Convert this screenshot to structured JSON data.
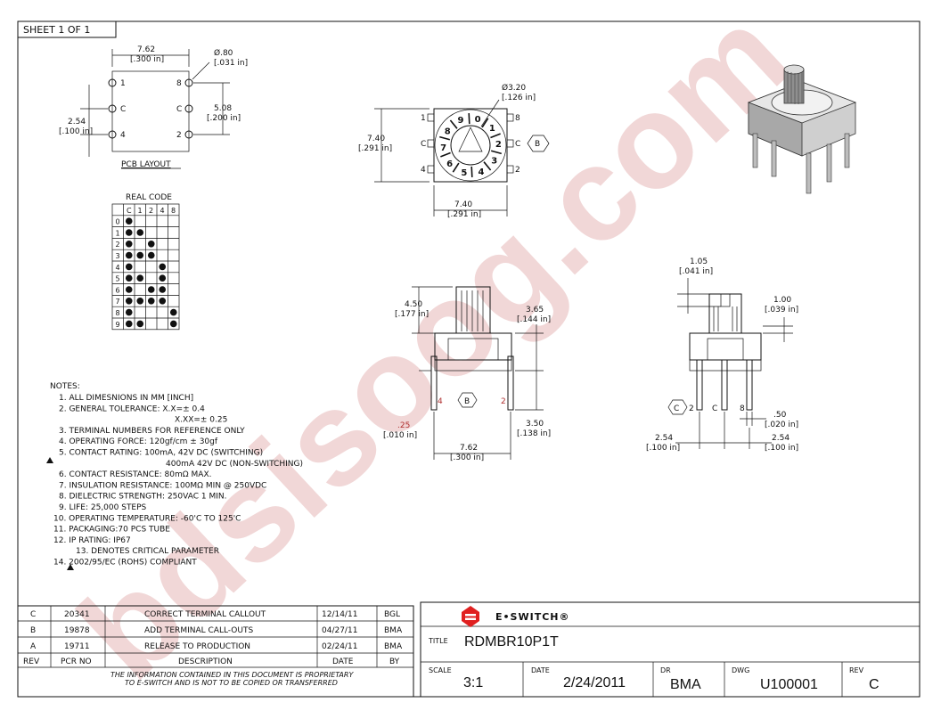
{
  "sheet": {
    "label": "SHEET 1 OF 1"
  },
  "pcb": {
    "dim_top": "7.62",
    "dim_top_in": "[.300 in]",
    "hole": "Ø.80",
    "hole_in": "[.031 in]",
    "dim_left": "2.54",
    "dim_left_in": "[.100 in]",
    "dim_right": "5.08",
    "dim_right_in": "[.200 in]",
    "pin_1": "1",
    "pin_c_left": "C",
    "pin_4": "4",
    "pin_8": "8",
    "pin_c_right": "C",
    "pin_2": "2",
    "caption": "PCB LAYOUT"
  },
  "real_code": {
    "title": "REAL CODE",
    "headers": [
      "C",
      "1",
      "2",
      "4",
      "8"
    ],
    "rows": [
      {
        "label": "0",
        "dots": [
          1,
          0,
          0,
          0,
          0
        ]
      },
      {
        "label": "1",
        "dots": [
          1,
          1,
          0,
          0,
          0
        ]
      },
      {
        "label": "2",
        "dots": [
          1,
          0,
          1,
          0,
          0
        ]
      },
      {
        "label": "3",
        "dots": [
          1,
          1,
          1,
          0,
          0
        ]
      },
      {
        "label": "4",
        "dots": [
          1,
          0,
          0,
          1,
          0
        ]
      },
      {
        "label": "5",
        "dots": [
          1,
          1,
          0,
          1,
          0
        ]
      },
      {
        "label": "6",
        "dots": [
          1,
          0,
          1,
          1,
          0
        ]
      },
      {
        "label": "7",
        "dots": [
          1,
          1,
          1,
          1,
          0
        ]
      },
      {
        "label": "8",
        "dots": [
          1,
          0,
          0,
          0,
          1
        ]
      },
      {
        "label": "9",
        "dots": [
          1,
          1,
          0,
          0,
          1
        ]
      }
    ]
  },
  "top_view": {
    "knob": "Ø3.20",
    "knob_in": "[.126 in]",
    "height": "7.40",
    "height_in": "[.291 in]",
    "width": "7.40",
    "width_in": "[.291 in]",
    "pin_1": "1",
    "pin_c_left": "C",
    "pin_4": "4",
    "pin_8": "8",
    "pin_c_right": "C",
    "pin_2": "2",
    "callout": "B",
    "dial": [
      "0",
      "1",
      "2",
      "3",
      "4",
      "5",
      "6",
      "7",
      "8",
      "9"
    ]
  },
  "front_view": {
    "knob_h": "4.50",
    "knob_h_in": "[.177 in]",
    "body_h": "3.65",
    "body_h_in": "[.144 in]",
    "pin_l": "3.50",
    "pin_l_in": "[.138 in]",
    "standoff": ".25",
    "standoff_in": "[.010 in]",
    "pitch": "7.62",
    "pitch_in": "[.300 in]",
    "pin_left": "4",
    "pin_right": "2",
    "callout": "B"
  },
  "side_view": {
    "slot": "1.05",
    "slot_in": "[.041 in]",
    "step": "1.00",
    "step_in": "[.039 in]",
    "pin_w": ".50",
    "pin_w_in": "[.020 in]",
    "pitch_l": "2.54",
    "pitch_l_in": "[.100 in]",
    "pitch_r": "2.54",
    "pitch_r_in": "[.100 in]",
    "callout": "C",
    "pin_2": "2",
    "pin_c": "C",
    "pin_8": "8"
  },
  "notes": {
    "heading": "NOTES:",
    "items": [
      "1. ALL DIMESNIONS IN MM [INCH]",
      "2. GENERAL TOLERANCE: X.X=± 0.4",
      "X.XX=± 0.25",
      "3. TERMINAL NUMBERS FOR REFERENCE ONLY",
      "4. OPERATING FORCE: 120gf/cm ± 30gf",
      "5. CONTACT RATING: 100mA, 42V DC (SWITCHING)",
      "400mA 42V DC (NON-SWITCHING)",
      "6. CONTACT RESISTANCE: 80mΩ  MAX.",
      "7. INSULATION RESISTANCE: 100MΩ  MIN @ 250VDC",
      "8. DIELECTRIC STRENGTH: 250VAC 1 MIN.",
      "9. LIFE: 25,000 STEPS",
      "10. OPERATING TEMPERATURE: -60'C TO 125'C",
      "11. PACKAGING:70 PCS TUBE",
      "12. IP RATING: IP67",
      "13. DENOTES CRITICAL PARAMETER",
      "14. 2002/95/EC (ROHS) COMPLIANT"
    ]
  },
  "revisions": {
    "rows": [
      {
        "rev": "C",
        "pcr": "20341",
        "desc": "CORRECT TERMINAL CALLOUT",
        "date": "12/14/11",
        "by": "BGL"
      },
      {
        "rev": "B",
        "pcr": "19878",
        "desc": "ADD TERMINAL CALL-OUTS",
        "date": "04/27/11",
        "by": "BMA"
      },
      {
        "rev": "A",
        "pcr": "19711",
        "desc": "RELEASE TO PRODUCTION",
        "date": "02/24/11",
        "by": "BMA"
      }
    ],
    "headers": {
      "rev": "REV",
      "pcr": "PCR NO",
      "desc": "DESCRIPTION",
      "date": "DATE",
      "by": "BY"
    },
    "disclaimer_1": "THE INFORMATION CONTAINED IN THIS DOCUMENT IS PROPRIETARY",
    "disclaimer_2": "TO E-SWITCH AND IS NOT TO BE COPIED OR TRANSFERRED"
  },
  "title_block": {
    "brand": "E•SWITCH®",
    "title_label": "TITLE",
    "title": "RDMBR10P1T",
    "scale_label": "SCALE",
    "scale": "3:1",
    "date_label": "DATE",
    "date": "2/24/2011",
    "dr_label": "DR",
    "dr": "BMA",
    "dwg_label": "DWG",
    "dwg": "U100001",
    "rev_label": "REV",
    "rev": "C"
  },
  "watermark": {
    "text": "bdsisoog.com"
  },
  "colors": {
    "accent": "#e02020",
    "watermark": "#e6b8b8"
  }
}
